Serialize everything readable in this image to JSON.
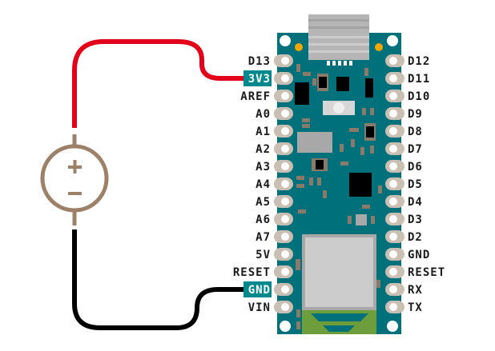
{
  "left_pins": [
    "D13",
    "3V3",
    "AREF",
    "A0",
    "A1",
    "A2",
    "A3",
    "A4",
    "A5",
    "A6",
    "A7",
    "5V",
    "RESET",
    "GND",
    "VIN"
  ],
  "right_pins": [
    "D12",
    "D11",
    "D10",
    "D9",
    "D8",
    "D7",
    "D6",
    "D5",
    "D4",
    "D3",
    "D2",
    "GND",
    "RESET",
    "RX",
    "TX"
  ],
  "source": {
    "plus": "+",
    "minus": "−"
  },
  "colors": {
    "board": "#00707b",
    "wire_positive": "#e3001b",
    "wire_negative": "#000000",
    "source": "#9c8068",
    "highlight": "#00888f"
  }
}
